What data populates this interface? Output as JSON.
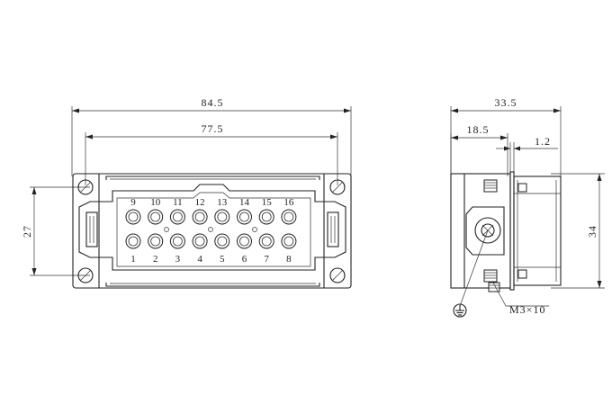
{
  "front_view": {
    "dims": {
      "width_total": "84.5",
      "width_inner": "77.5",
      "height": "27"
    },
    "pin_labels_top": [
      "9",
      "10",
      "11",
      "12",
      "13",
      "14",
      "15",
      "16"
    ],
    "pin_labels_bottom": [
      "1",
      "2",
      "3",
      "4",
      "5",
      "6",
      "7",
      "8"
    ]
  },
  "side_view": {
    "dims": {
      "depth_total": "33.5",
      "depth_part": "18.5",
      "gap": "1.2",
      "height": "34"
    },
    "screw_label": "M3×10"
  }
}
